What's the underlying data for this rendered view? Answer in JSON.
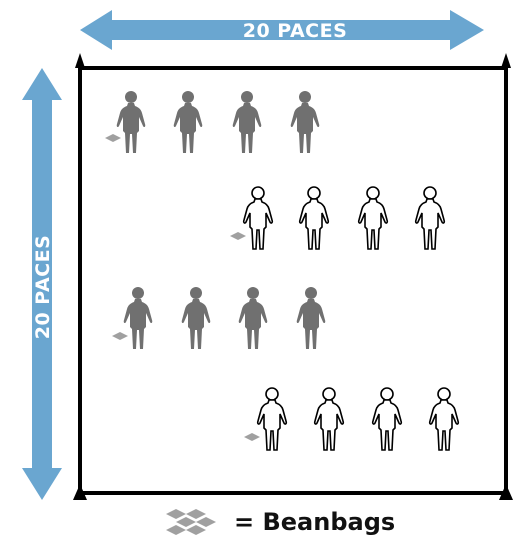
{
  "top_arrow": {
    "label": "20 PACES"
  },
  "left_arrow": {
    "label": "20 PACES"
  },
  "legend": {
    "text": "= Beanbags",
    "icon": "beanbag-cluster-icon"
  },
  "colors": {
    "arrow": "#6aa6d0",
    "filled_figure": "#707070",
    "beanbag": "#a0a0a0",
    "field_border": "#000000"
  },
  "rows": [
    {
      "style": "filled",
      "figures": 4,
      "beanbag": true
    },
    {
      "style": "outline",
      "figures": 4,
      "beanbag": true
    },
    {
      "style": "filled",
      "figures": 4,
      "beanbag": true
    },
    {
      "style": "outline",
      "figures": 4,
      "beanbag": true
    }
  ]
}
